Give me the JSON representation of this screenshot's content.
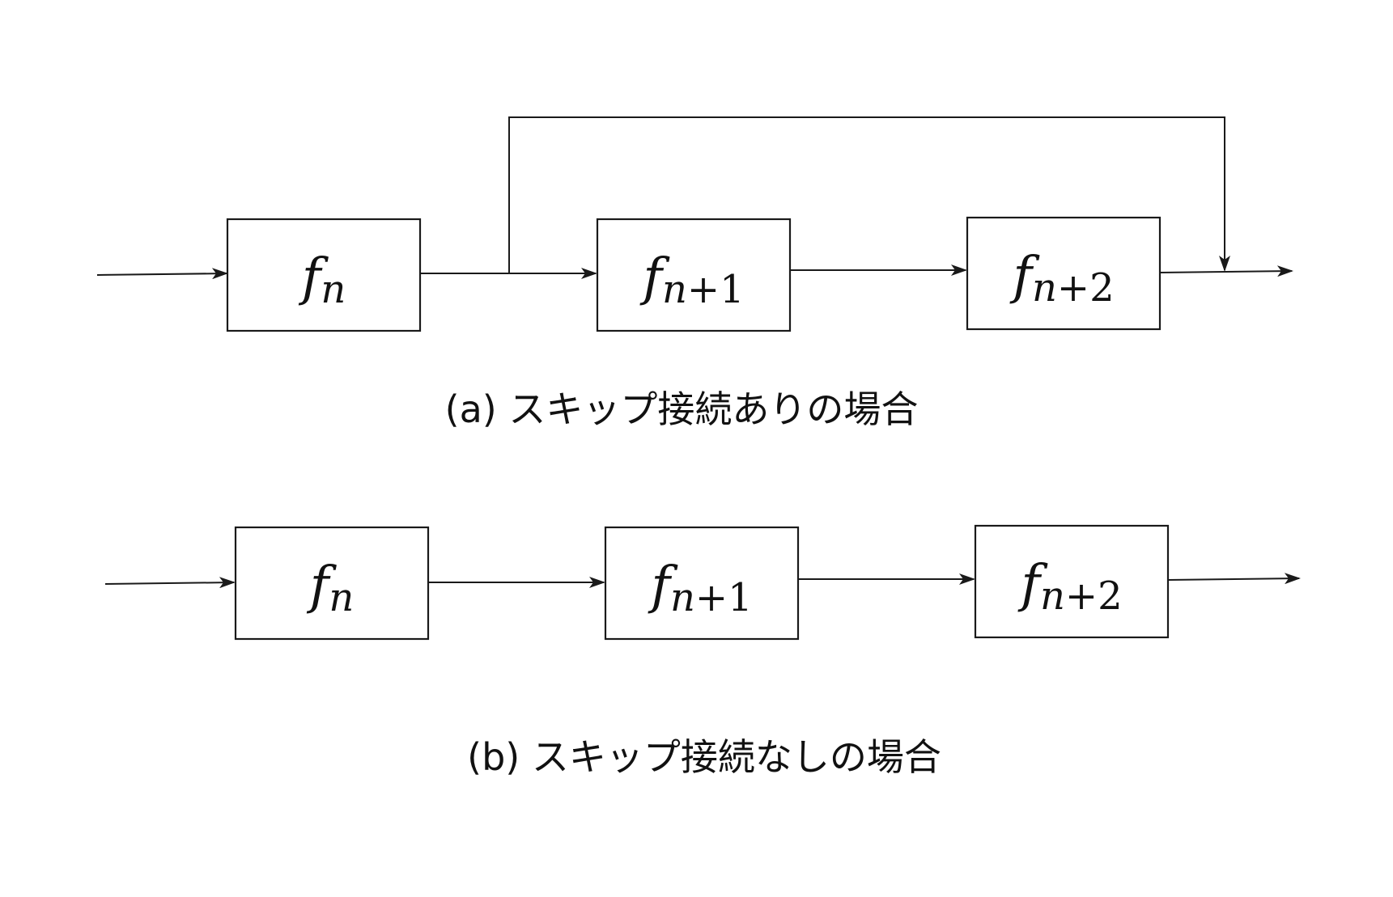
{
  "panel_a": {
    "caption": "(a) スキップ接続ありの場合",
    "blocks": [
      {
        "func": "f",
        "index": "n",
        "suffix": ""
      },
      {
        "func": "f",
        "index": "n",
        "suffix": "+1"
      },
      {
        "func": "f",
        "index": "n",
        "suffix": "+2"
      }
    ]
  },
  "panel_b": {
    "caption": "(b) スキップ接続なしの場合",
    "blocks": [
      {
        "func": "f",
        "index": "n",
        "suffix": ""
      },
      {
        "func": "f",
        "index": "n",
        "suffix": "+1"
      },
      {
        "func": "f",
        "index": "n",
        "suffix": "+2"
      }
    ]
  },
  "colors": {
    "line": "#1a1a1a",
    "background": "#ffffff"
  }
}
